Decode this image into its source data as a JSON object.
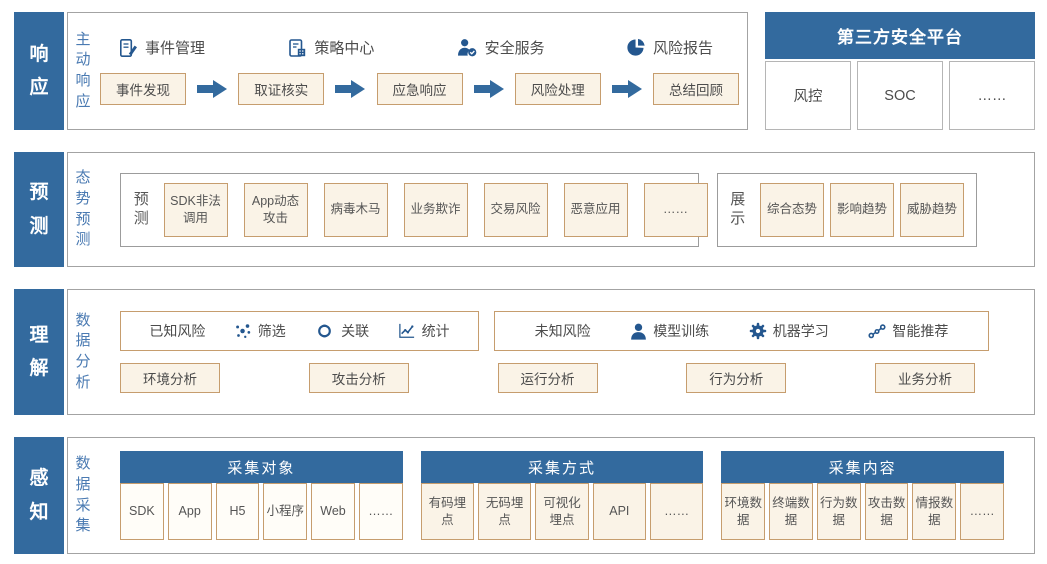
{
  "colors": {
    "primary_blue": "#336a9e",
    "icon_blue": "#24578f",
    "sublabel_blue": "#4a7ab2",
    "tan_border": "#c69d6e",
    "cream_fill": "#faf3e7",
    "gray_border": "#a3a3a3"
  },
  "rows": [
    {
      "label": "响应",
      "sublabel": "主动响应",
      "features": [
        {
          "icon": "event-management-icon",
          "label": "事件管理"
        },
        {
          "icon": "policy-center-icon",
          "label": "策略中心"
        },
        {
          "icon": "security-service-icon",
          "label": "安全服务"
        },
        {
          "icon": "risk-report-icon",
          "label": "风险报告"
        }
      ],
      "flow_steps": [
        "事件发现",
        "取证核实",
        "应急响应",
        "风险处理",
        "总结回顾"
      ],
      "side_panel": {
        "title": "第三方安全平台",
        "cells": [
          "风控",
          "SOC",
          "……"
        ]
      }
    },
    {
      "label": "预测",
      "sublabel": "态势预测",
      "groups": [
        {
          "label": "预测",
          "items": [
            "SDK非法调用",
            "App动态攻击",
            "病毒木马",
            "业务欺诈",
            "交易风险",
            "恶意应用",
            "……"
          ]
        },
        {
          "label": "展示",
          "items": [
            "综合态势",
            "影响趋势",
            "威胁趋势"
          ]
        }
      ]
    },
    {
      "label": "理解",
      "sublabel": "数据分析",
      "toolbars": [
        {
          "title": "已知风险",
          "tools": [
            {
              "icon": "filter-cluster-icon",
              "label": "筛选"
            },
            {
              "icon": "correlation-icon",
              "label": "关联"
            },
            {
              "icon": "statistics-icon",
              "label": "统计"
            }
          ]
        },
        {
          "title": "未知风险",
          "tools": [
            {
              "icon": "model-training-icon",
              "label": "模型训练"
            },
            {
              "icon": "machine-learning-icon",
              "label": "机器学习"
            },
            {
              "icon": "smart-recommend-icon",
              "label": "智能推荐"
            }
          ]
        }
      ],
      "analyses": [
        "环境分析",
        "攻击分析",
        "运行分析",
        "行为分析",
        "业务分析"
      ]
    },
    {
      "label": "感知",
      "sublabel": "数据采集",
      "groups": [
        {
          "title": "采集对象",
          "cells": [
            "SDK",
            "App",
            "H5",
            "小程序",
            "Web",
            "……"
          ]
        },
        {
          "title": "采集方式",
          "cells": [
            "有码埋点",
            "无码埋点",
            "可视化埋点",
            "API",
            "……"
          ]
        },
        {
          "title": "采集内容",
          "cells": [
            "环境数据",
            "终端数据",
            "行为数据",
            "攻击数据",
            "情报数据",
            "……"
          ]
        }
      ]
    }
  ]
}
